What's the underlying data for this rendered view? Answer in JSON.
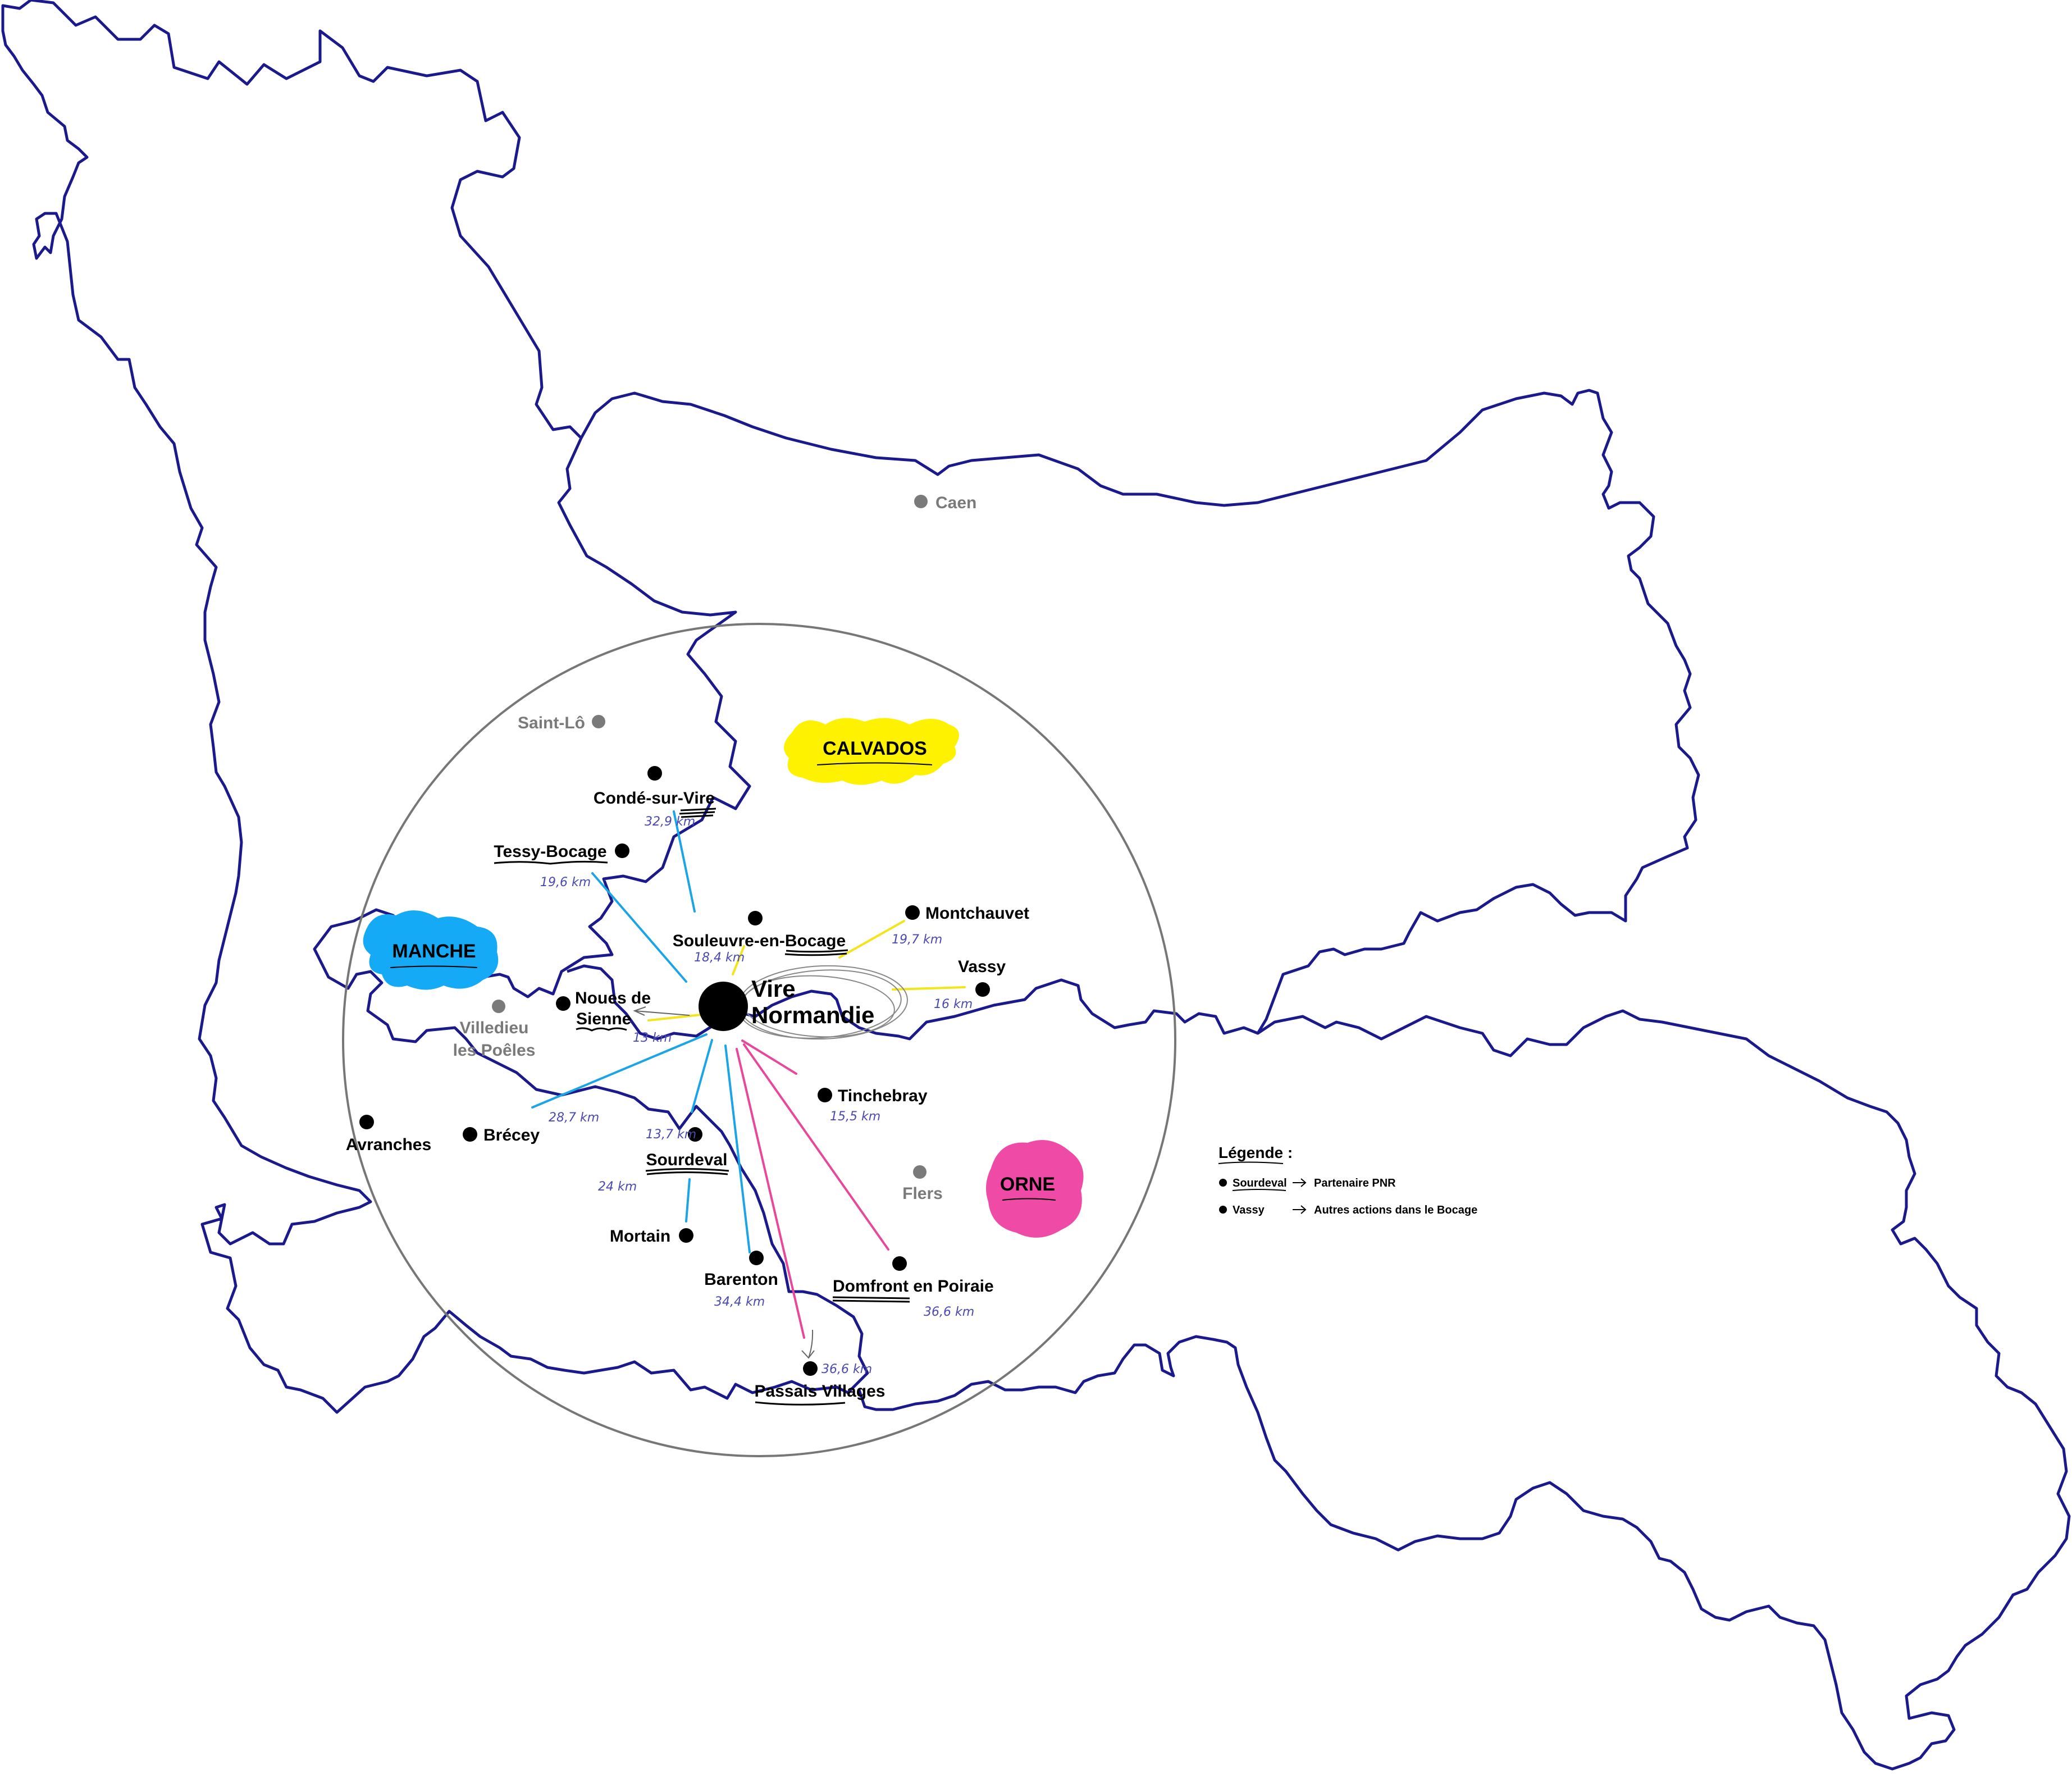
{
  "colors": {
    "border": "#1a1a8c",
    "radius_circle": "#777777",
    "partner_line": "#1ba4e6",
    "other_line": "#f2e51a",
    "orne_line": "#e8479a",
    "calvados_blob": "#fff200",
    "manche_blob": "#14aaf5",
    "orne_blob": "#ef4aa5",
    "reference_city": "#7a7a7a"
  },
  "center": {
    "name_line1": "Vire",
    "name_line2": "Normandie"
  },
  "departments": {
    "calvados": "CALVADOS",
    "manche": "MANCHE",
    "orne": "ORNE"
  },
  "reference_cities": {
    "caen": "Caen",
    "saint_lo": "Saint-Lô",
    "flers": "Flers",
    "villedieu_line1": "Villedieu",
    "villedieu_line2": "les Poêles"
  },
  "towns": {
    "conde": "Condé-sur-Vire",
    "tessy": "Tessy-Bocage",
    "souleuvre": "Souleuvre-en-Bocage",
    "montchauvet": "Montchauvet",
    "vassy": "Vassy",
    "noues_line1": "Noues de",
    "noues_line2": "Sienne",
    "avranches": "Avranches",
    "brecey": "Brécey",
    "tinchebray": "Tinchebray",
    "sourdeval": "Sourdeval",
    "mortain": "Mortain",
    "barenton": "Barenton",
    "domfront": "Domfront en Poiraie",
    "passais": "Passais Villages"
  },
  "distances": {
    "conde": "32,9 km",
    "tessy": "19,6 km",
    "souleuvre": "18,4 km",
    "montchauvet": "19,7 km",
    "vassy": "16 km",
    "noues": "13 km",
    "brecey": "28,7 km",
    "tinchebray": "15,5 km",
    "sourdeval": "13,7 km",
    "mortain": "24 km",
    "barenton": "34,4 km",
    "domfront": "36,6 km",
    "passais": "36,6 km"
  },
  "legend": {
    "title": "Légende :",
    "partner_example": "Sourdeval",
    "partner_desc": "Partenaire PNR",
    "other_example": "Vassy",
    "other_desc": "Autres actions dans le Bocage"
  }
}
